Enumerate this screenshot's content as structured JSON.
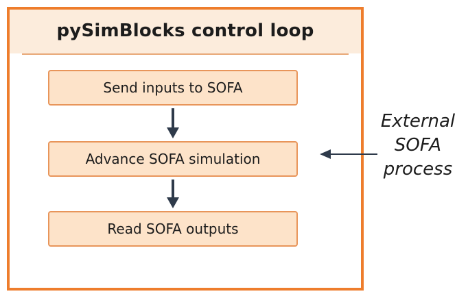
{
  "diagram": {
    "title": "pySimBlocks control loop",
    "steps": [
      {
        "label": "Send inputs to SOFA"
      },
      {
        "label": "Advance SOFA simulation"
      },
      {
        "label": "Read SOFA outputs"
      }
    ],
    "external": {
      "lines": [
        "External",
        "SOFA",
        "process"
      ]
    },
    "colors": {
      "frame": "#ee7d2c",
      "step_fill": "#fde3c9",
      "step_border": "#e8955a",
      "title_band": "#fcecdc",
      "arrow": "#2e3a4a"
    }
  }
}
